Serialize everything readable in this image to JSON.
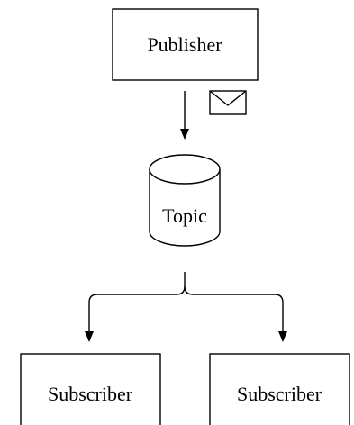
{
  "diagram": {
    "publisher_label": "Publisher",
    "topic_label": "Topic",
    "subscribers": [
      {
        "label": "Subscriber"
      },
      {
        "label": "Subscriber"
      }
    ],
    "message_icon": "envelope-icon",
    "colors": {
      "stroke": "#000000",
      "background": "#ffffff"
    }
  }
}
